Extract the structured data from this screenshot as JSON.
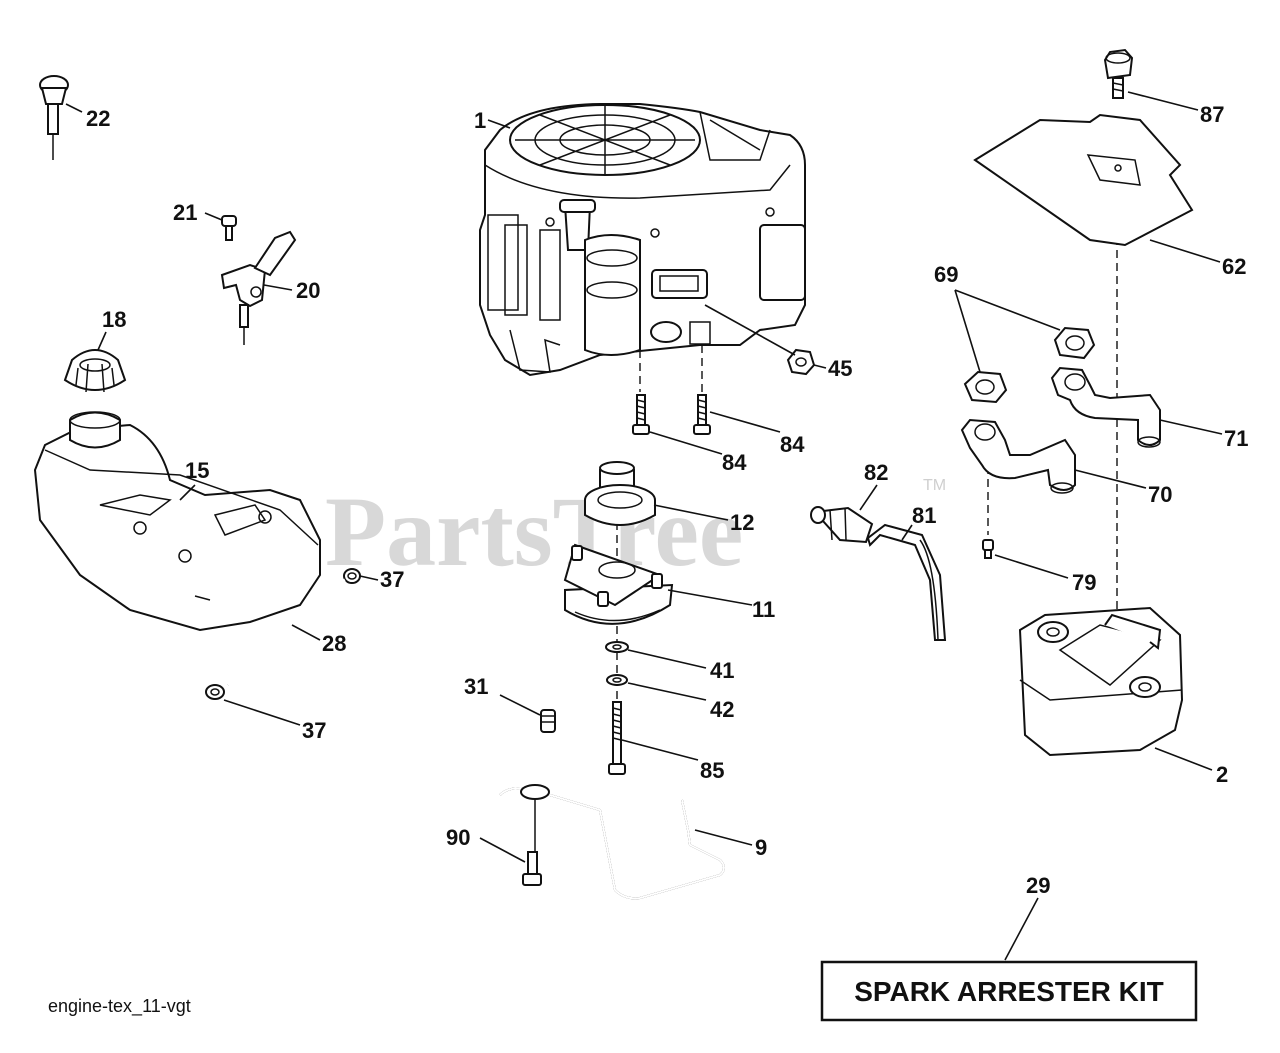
{
  "watermark": {
    "text": "PartsTree",
    "tm": "TM"
  },
  "diagram_id": "engine-tex_11-vgt",
  "kit_label": "SPARK ARRESTER KIT",
  "part_numbers": {
    "p1": "1",
    "p2": "2",
    "p9": "9",
    "p11": "11",
    "p12": "12",
    "p15": "15",
    "p18": "18",
    "p20": "20",
    "p21": "21",
    "p22": "22",
    "p28": "28",
    "p29": "29",
    "p31": "31",
    "p37a": "37",
    "p37b": "37",
    "p41": "41",
    "p42": "42",
    "p45": "45",
    "p62": "62",
    "p69": "69",
    "p70": "70",
    "p71": "71",
    "p79": "79",
    "p81": "81",
    "p82": "82",
    "p84a": "84",
    "p84b": "84",
    "p85": "85",
    "p87": "87",
    "p90": "90"
  }
}
